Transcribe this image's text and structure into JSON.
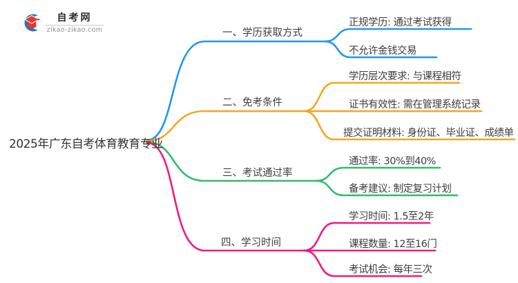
{
  "logo": {
    "title": "自考网",
    "domain": "zikao-zikao.com",
    "colors": {
      "crescent_blue": "#1E7BBF",
      "cap_red": "#E8352E"
    }
  },
  "root": {
    "label": "2025年广东自考体育教育专业"
  },
  "branches": [
    {
      "label": "一、学历获取方式",
      "color": "#2196F3",
      "children": [
        "正规学历: 通过考试获得",
        "不允许金钱交易"
      ]
    },
    {
      "label": "二、免考条件",
      "color": "#F7A421",
      "children": [
        "学历层次要求: 与课程相符",
        "证书有效性: 需在管理系统记录",
        "提交证明材料: 身份证、毕业证、成绩单"
      ]
    },
    {
      "label": "三、考试通过率",
      "color": "#2BBE6C",
      "children": [
        "通过率: 30%到40%",
        "备考建议: 制定复习计划"
      ]
    },
    {
      "label": "四、学习时间",
      "color": "#F2187D",
      "children": [
        "学习时间: 1.5至2年",
        "课程数量: 12至16门",
        "考试机会: 每年三次"
      ]
    }
  ]
}
